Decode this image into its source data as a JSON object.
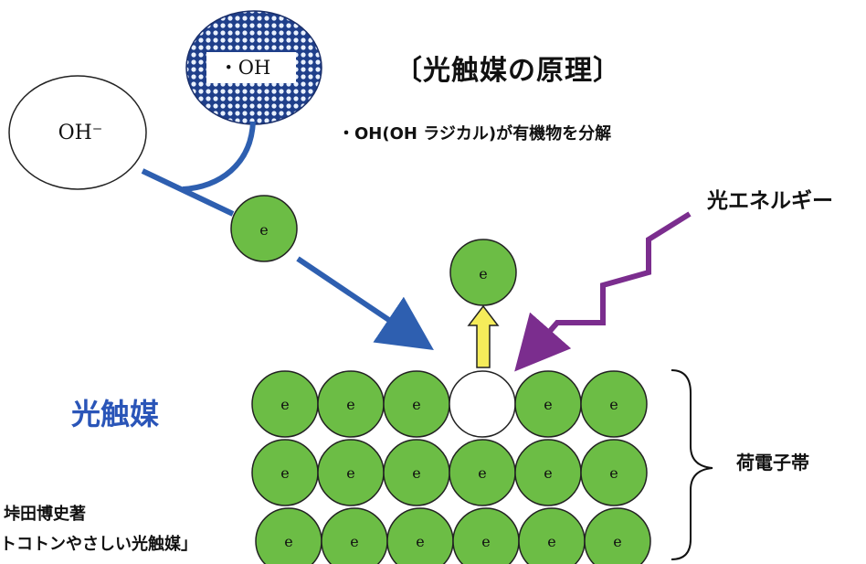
{
  "title": "〔光触媒の原理〕",
  "subtitle": "・OH(OH ラジカル)が有機物を分解",
  "light_energy_label": "光エネルギー",
  "catalyst_label": "光触媒",
  "band_label": "荷電子帯",
  "credit": {
    "author": "垰田博史著",
    "book": "トコトンやさしい光触媒」"
  },
  "hydroxide_ion_label": "OH⁻",
  "hydroxyl_radical_label": "・OH",
  "electron_label": "e",
  "lattice_rows": [
    [
      "e",
      "e",
      "e",
      "",
      "e",
      "e"
    ],
    [
      "e",
      "e",
      "e",
      "e",
      "e",
      "e"
    ],
    [
      "e",
      "e",
      "e",
      "e",
      "e",
      "e"
    ]
  ],
  "colors": {
    "electron_fill": "#6cbd45",
    "arrow_blue": "#2e5fb0",
    "arrow_purple": "#7b2d8e",
    "arrow_yellow": "#f5ec5a",
    "catalyst_text": "#2a55b8"
  }
}
